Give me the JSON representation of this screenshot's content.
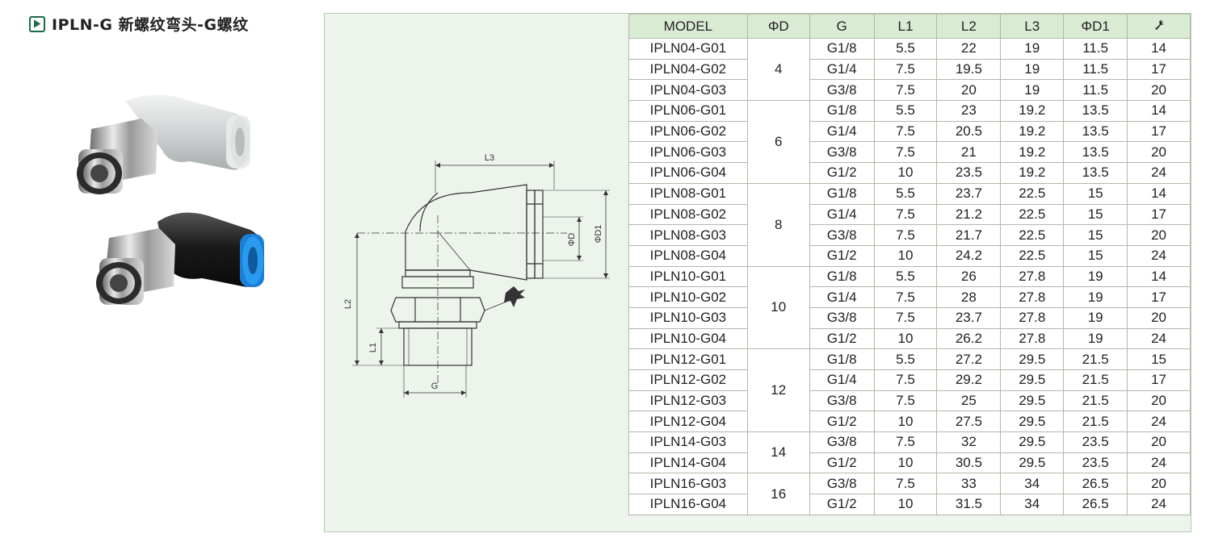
{
  "title": "IPLN-G 新螺纹弯头-G螺纹",
  "drawing_labels": {
    "l3": "L3",
    "l2": "L2",
    "l1": "L1",
    "g": "G",
    "d": "ΦD",
    "d1": "ΦD1"
  },
  "table": {
    "headers": [
      "MODEL",
      "ΦD",
      "G",
      "L1",
      "L2",
      "L3",
      "ΦD1",
      "wrench-icon"
    ],
    "groups": [
      {
        "d": "4",
        "rows": [
          [
            "IPLN04-G01",
            "G1/8",
            "5.5",
            "22",
            "19",
            "11.5",
            "14"
          ],
          [
            "IPLN04-G02",
            "G1/4",
            "7.5",
            "19.5",
            "19",
            "11.5",
            "17"
          ],
          [
            "IPLN04-G03",
            "G3/8",
            "7.5",
            "20",
            "19",
            "11.5",
            "20"
          ]
        ]
      },
      {
        "d": "6",
        "rows": [
          [
            "IPLN06-G01",
            "G1/8",
            "5.5",
            "23",
            "19.2",
            "13.5",
            "14"
          ],
          [
            "IPLN06-G02",
            "G1/4",
            "7.5",
            "20.5",
            "19.2",
            "13.5",
            "17"
          ],
          [
            "IPLN06-G03",
            "G3/8",
            "7.5",
            "21",
            "19.2",
            "13.5",
            "20"
          ],
          [
            "IPLN06-G04",
            "G1/2",
            "10",
            "23.5",
            "19.2",
            "13.5",
            "24"
          ]
        ]
      },
      {
        "d": "8",
        "rows": [
          [
            "IPLN08-G01",
            "G1/8",
            "5.5",
            "23.7",
            "22.5",
            "15",
            "14"
          ],
          [
            "IPLN08-G02",
            "G1/4",
            "7.5",
            "21.2",
            "22.5",
            "15",
            "17"
          ],
          [
            "IPLN08-G03",
            "G3/8",
            "7.5",
            "21.7",
            "22.5",
            "15",
            "20"
          ],
          [
            "IPLN08-G04",
            "G1/2",
            "10",
            "24.2",
            "22.5",
            "15",
            "24"
          ]
        ]
      },
      {
        "d": "10",
        "rows": [
          [
            "IPLN10-G01",
            "G1/8",
            "5.5",
            "26",
            "27.8",
            "19",
            "14"
          ],
          [
            "IPLN10-G02",
            "G1/4",
            "7.5",
            "28",
            "27.8",
            "19",
            "17"
          ],
          [
            "IPLN10-G03",
            "G3/8",
            "7.5",
            "23.7",
            "27.8",
            "19",
            "20"
          ],
          [
            "IPLN10-G04",
            "G1/2",
            "10",
            "26.2",
            "27.8",
            "19",
            "24"
          ]
        ]
      },
      {
        "d": "12",
        "rows": [
          [
            "IPLN12-G01",
            "G1/8",
            "5.5",
            "27.2",
            "29.5",
            "21.5",
            "15"
          ],
          [
            "IPLN12-G02",
            "G1/4",
            "7.5",
            "29.2",
            "29.5",
            "21.5",
            "17"
          ],
          [
            "IPLN12-G03",
            "G3/8",
            "7.5",
            "25",
            "29.5",
            "21.5",
            "20"
          ],
          [
            "IPLN12-G04",
            "G1/2",
            "10",
            "27.5",
            "29.5",
            "21.5",
            "24"
          ]
        ]
      },
      {
        "d": "14",
        "rows": [
          [
            "IPLN14-G03",
            "G3/8",
            "7.5",
            "32",
            "29.5",
            "23.5",
            "20"
          ],
          [
            "IPLN14-G04",
            "G1/2",
            "10",
            "30.5",
            "29.5",
            "23.5",
            "24"
          ]
        ]
      },
      {
        "d": "16",
        "rows": [
          [
            "IPLN16-G03",
            "G3/8",
            "7.5",
            "33",
            "34",
            "26.5",
            "20"
          ],
          [
            "IPLN16-G04",
            "G1/2",
            "10",
            "31.5",
            "34",
            "26.5",
            "24"
          ]
        ]
      }
    ]
  },
  "colors": {
    "accent": "#1d6b45",
    "header_bg": "#d9ebd3",
    "panel_bg": "#edf4ec",
    "collet_blue": "#1e8fe0"
  }
}
